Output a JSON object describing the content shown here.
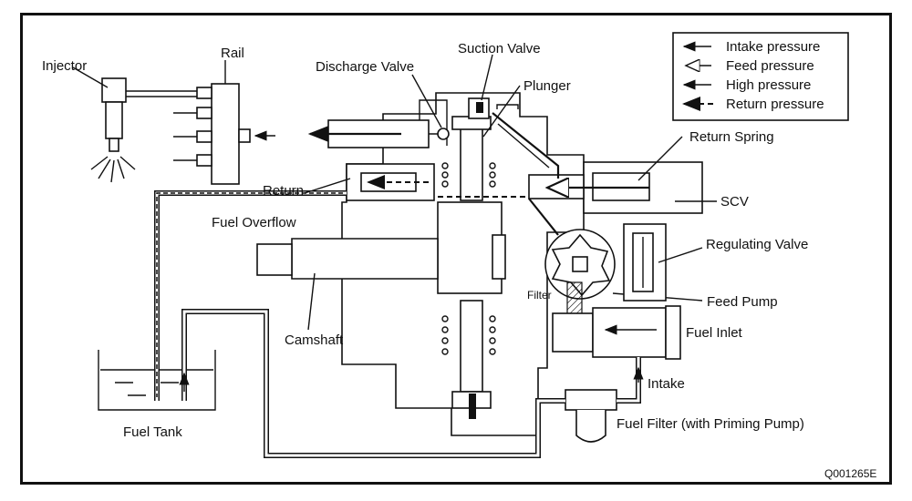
{
  "labels": {
    "injector": "Injector",
    "rail": "Rail",
    "discharge_valve": "Discharge Valve",
    "suction_valve": "Suction Valve",
    "plunger": "Plunger",
    "return_spring": "Return Spring",
    "scv": "SCV",
    "regulating_valve": "Regulating Valve",
    "return": "Return",
    "fuel_overflow": "Fuel Overflow",
    "camshaft": "Camshaft",
    "filter": "Filter",
    "feed_pump": "Feed Pump",
    "fuel_inlet": "Fuel Inlet",
    "intake": "Intake",
    "fuel_tank": "Fuel Tank",
    "fuel_filter": "Fuel Filter (with Priming Pump)"
  },
  "legend": {
    "items": [
      {
        "label": "Intake pressure",
        "style": "solid-arrow"
      },
      {
        "label": "Feed pressure",
        "style": "hollow-arrow"
      },
      {
        "label": "High pressure",
        "style": "bold-arrow"
      },
      {
        "label": "Return pressure",
        "style": "dashed-arrow"
      }
    ]
  },
  "figure_code": "Q001265E",
  "colors": {
    "line": "#111111",
    "background": "#ffffff"
  }
}
